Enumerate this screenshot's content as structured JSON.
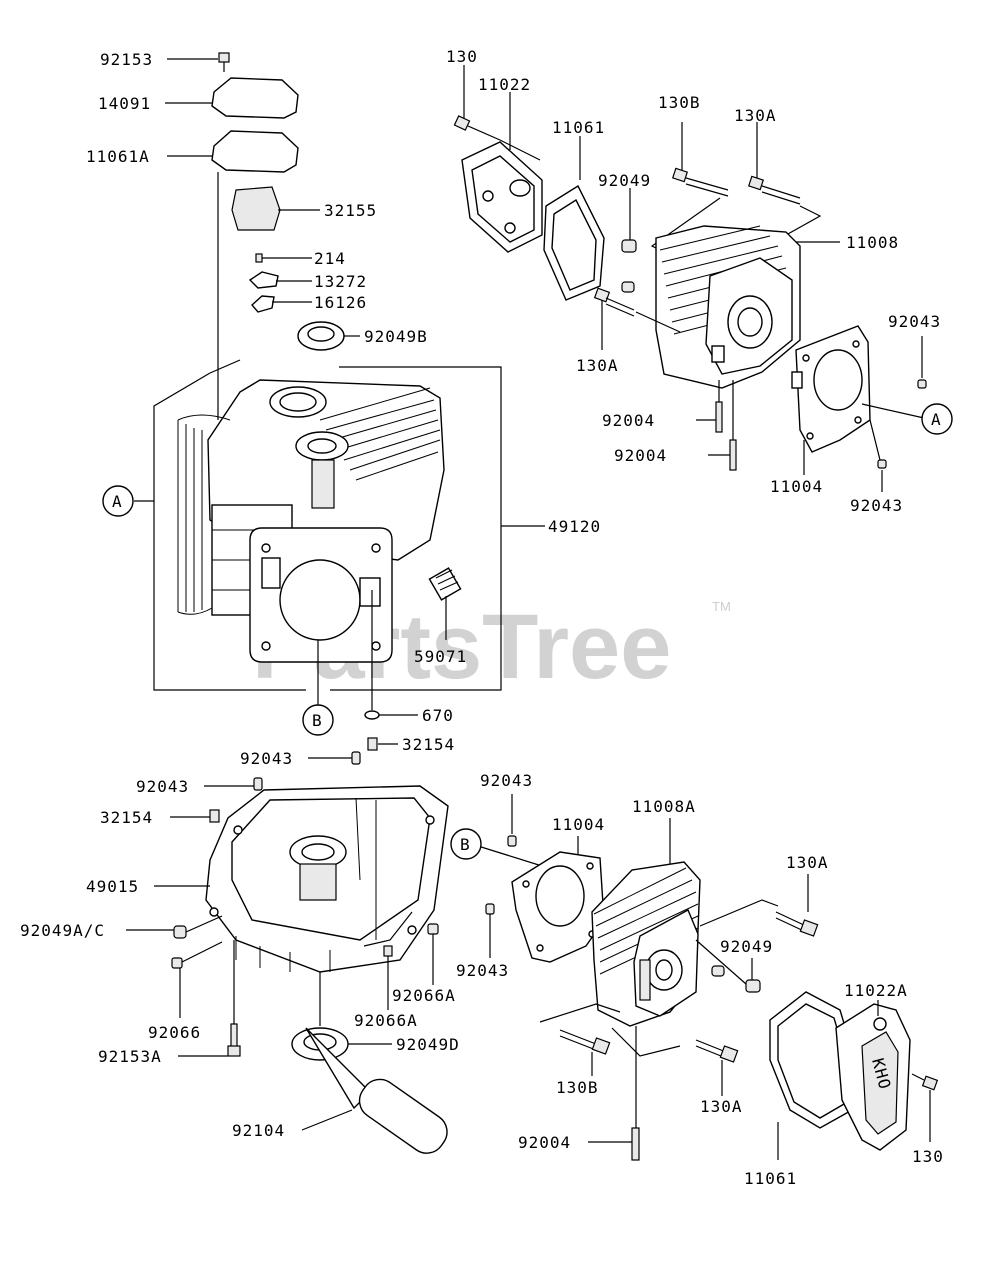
{
  "watermark": {
    "text": "PartsTree",
    "tm": "TM"
  },
  "labels": {
    "l92153": "92153",
    "l14091": "14091",
    "l11061A": "11061A",
    "l32155": "32155",
    "l214": "214",
    "l13272": "13272",
    "l16126": "16126",
    "l92049B": "92049B",
    "l49120": "49120",
    "l59071": "59071",
    "l670": "670",
    "l130_top": "130",
    "l11022": "11022",
    "l11061_top": "11061",
    "l130B_top": "130B",
    "l130A_top": "130A",
    "l92049_top": "92049",
    "l11008": "11008",
    "l92043_r1": "92043",
    "l130A_mid": "130A",
    "l92004_a": "92004",
    "l92004_b": "92004",
    "l11004_top": "11004",
    "l92043_r2": "92043",
    "l92043_a": "92043",
    "l32154_a": "32154",
    "l92043_b": "92043",
    "l32154_b": "32154",
    "l49015": "49015",
    "l92049AC": "92049A/C",
    "l92066": "92066",
    "l92066A_a": "92066A",
    "l92066A_b": "92066A",
    "l92153A": "92153A",
    "l92049D": "92049D",
    "l92104": "92104",
    "l92043_c": "92043",
    "l11004_bot": "11004",
    "l11008A": "11008A",
    "l130A_b1": "130A",
    "l92043_d": "92043",
    "l92049_bot": "92049",
    "l11022A": "11022A",
    "l130B_bot": "130B",
    "l130A_b2": "130A",
    "l92004_bot": "92004",
    "l11061_bot": "11061",
    "l130_bot": "130"
  },
  "callouts": {
    "A": "A",
    "B": "B"
  }
}
